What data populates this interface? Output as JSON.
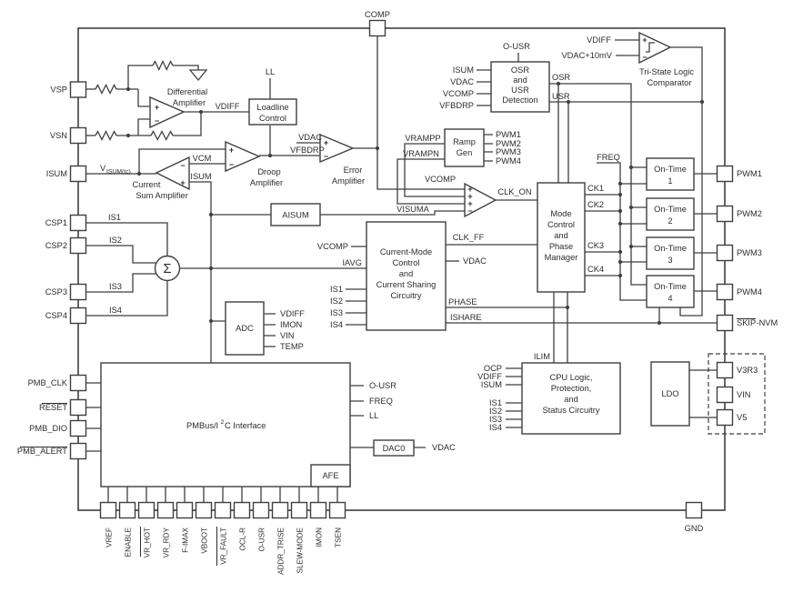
{
  "diagram": {
    "bg": "#ffffff",
    "ink": "#3f3f3f",
    "text": "#2d2d2d"
  },
  "pins": {
    "comp": "COMP",
    "left": [
      "VSP",
      "VSN",
      "ISUM",
      "CSP1",
      "CSP2",
      "CSP3",
      "CSP4",
      "PMB_CLK",
      "RESET",
      "PMB_DIO",
      "PMB_ALERT"
    ],
    "right": [
      "PWM1",
      "PWM2",
      "PWM3",
      "PWM4"
    ],
    "skip": "SKIP",
    "skip_suffix": "-NVM",
    "power": [
      "V3R3",
      "VIN",
      "V5"
    ],
    "bottom": [
      "VREF",
      "ENABLE",
      "VR_HOT",
      "VR_RDY",
      "F-IMAX",
      "VBOOT",
      "VR_FAULT",
      "OCL-R",
      "O-USR",
      "ADDR_TRISE",
      "SLEW-MODE",
      "IMON",
      "TSEN"
    ],
    "gnd": "GND"
  },
  "blocks": {
    "loadline": [
      "Loadline",
      "Control"
    ],
    "rampgen": [
      "Ramp",
      "Gen"
    ],
    "osr_det": [
      "OSR",
      "and",
      "USR",
      "Detection"
    ],
    "mode": [
      "Mode",
      "Control",
      "and",
      "Phase",
      "Manager"
    ],
    "ontime_label": "On-Time",
    "ontime_nums": [
      "1",
      "2",
      "3",
      "4"
    ],
    "cmc": [
      "Current-Mode",
      "Control",
      "and",
      "Current Sharing",
      "Circuitry"
    ],
    "cpu": [
      "CPU Logic,",
      "Protection,",
      "and",
      "Status Circuitry"
    ],
    "ldo": "LDO",
    "adc": "ADC",
    "dac0": "DAC0",
    "afe": "AFE",
    "aisum": "AISUM",
    "pmbus_p1": "PMBus/I",
    "pmbus_sup": "2",
    "pmbus_p2": "C Interface"
  },
  "amps": {
    "diff": [
      "Differential",
      "Amplifier"
    ],
    "csum": [
      "Current",
      "Sum Amplifier"
    ],
    "droop": [
      "Droop",
      "Amplifier"
    ],
    "error": [
      "Error",
      "Amplifier"
    ],
    "tristate": [
      "Tri-State Logic",
      "Comparator"
    ],
    "sigma": "Σ"
  },
  "nets": {
    "ll": "LL",
    "vdiff": "VDIFF",
    "vdac_err": "VDAC",
    "vfbdrp": "VFBDRP",
    "vcm": "VCM",
    "isum_sum": "ISUM",
    "visum_v": "V",
    "visum_sub": "ISUM(tc)",
    "is": [
      "IS1",
      "IS2",
      "IS3",
      "IS4"
    ],
    "visuma": "VISUMA",
    "vrampp": "VRAMPP",
    "vrampn": "VRAMPN",
    "rg_out": [
      "PWM1",
      "PWM2",
      "PWM3",
      "PWM4"
    ],
    "vcomp_clk": "VCOMP",
    "clk_on": "CLK_ON",
    "ck": [
      "CK1",
      "CK2",
      "CK3",
      "CK4"
    ],
    "freq_ot": "FREQ",
    "osr": "OSR",
    "usr": "USR",
    "ousr_top": "O-USR",
    "det_in": [
      "ISUM",
      "VDAC",
      "VCOMP",
      "VFBDRP"
    ],
    "ts_in": [
      "VDIFF",
      "VDAC+10mV"
    ],
    "vcomp_cmc": "VCOMP",
    "iavg": "IAVG",
    "cmc_is": [
      "IS1",
      "IS2",
      "IS3",
      "IS4"
    ],
    "clk_ff": "CLK_FF",
    "vdac_cmc": "VDAC",
    "phase": "PHASE",
    "ishare": "ISHARE",
    "ilim": "ILIM",
    "cpu_in": [
      "OCP",
      "VDIFF",
      "ISUM",
      "IS1",
      "IS2",
      "IS3",
      "IS4"
    ],
    "adc_out": [
      "VDIFF",
      "IMON",
      "VIN",
      "TEMP"
    ],
    "pmb_out": [
      "O-USR",
      "FREQ",
      "LL"
    ],
    "vdac_dac": "VDAC"
  },
  "signs": {
    "plus": "+",
    "minus": "−"
  }
}
